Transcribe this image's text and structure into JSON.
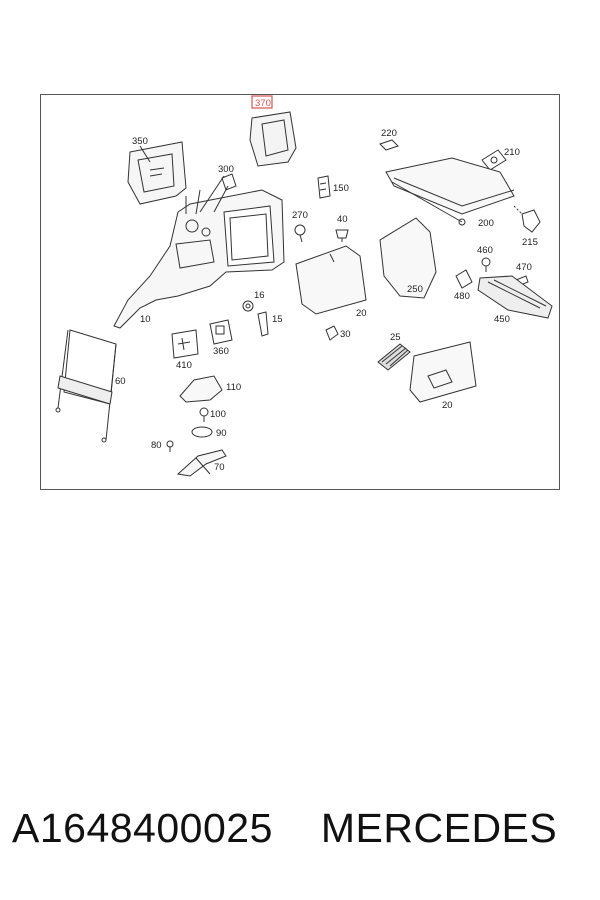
{
  "diagram": {
    "highlighted_part": "370",
    "callouts": {
      "c370": "370",
      "c350": "350",
      "c300": "300",
      "c150": "150",
      "c220": "220",
      "c210": "210",
      "c270": "270",
      "c40": "40",
      "c200": "200",
      "c215": "215",
      "c10": "10",
      "c16": "16",
      "c15": "15",
      "c20a": "20",
      "c30": "30",
      "c250": "250",
      "c460": "460",
      "c470": "470",
      "c480": "480",
      "c450": "450",
      "c410": "410",
      "c360": "360",
      "c25": "25",
      "c20b": "20",
      "c60": "60",
      "c110": "110",
      "c100": "100",
      "c90": "90",
      "c80": "80",
      "c70": "70"
    }
  },
  "footer": {
    "part_number": "A1648400025",
    "brand": "MERCEDES"
  },
  "colors": {
    "highlight": "#d9534f",
    "line": "#333333"
  }
}
